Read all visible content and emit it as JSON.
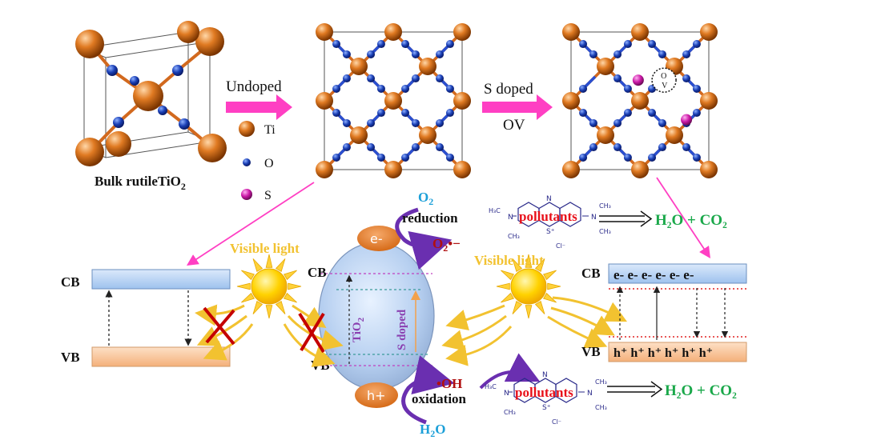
{
  "crystals": {
    "bulk_label_main": "Bulk rutileTiO",
    "bulk_label_sub": "2",
    "undoped_label": "Undoped",
    "sdoped_label": "S doped",
    "ov_label": "OV",
    "vacancy_o": "O",
    "vacancy_v": "V"
  },
  "legend": {
    "ti": "Ti",
    "o": "O",
    "s": "S"
  },
  "band": {
    "left_cb": "CB",
    "left_vb": "VB",
    "mid_cb": "CB",
    "mid_vb": "VB",
    "right_cb": "CB",
    "right_vb": "VB",
    "tio2_main": "TiO",
    "tio2_sub": "2",
    "s_doped_vertical": "S doped",
    "electrons": "e- e- e- e- e- e-",
    "holes": "h⁺ h⁺ h⁺ h⁺ h⁺ h⁺"
  },
  "light": {
    "left_label": "Visible light",
    "right_label": "Visible light"
  },
  "reactions": {
    "e_minus": "e-",
    "h_plus": "h+",
    "o2_main": "O",
    "o2_sub": "2",
    "reduction": "reduction",
    "superoxide_main": "O",
    "superoxide_sub": "2",
    "superoxide_suffix": "•−",
    "hydroxyl": "•OH",
    "oxidation": "oxidation",
    "water_main": "H",
    "water_sub": "2",
    "water_suffix": "O",
    "pollutants": "pollutants",
    "products_top": "H₂O + CO₂",
    "products_bottom": "H₂O + CO₂"
  },
  "molecule": {
    "n_top": "N",
    "n_left": "N",
    "n_right": "N",
    "s_plus": "S⁺",
    "cl": "Cl⁻",
    "ch3": "CH₃",
    "h3c": "H₃C"
  },
  "colors": {
    "ti": "#d2691e",
    "o": "#1a3fb5",
    "s": "#cc1aa8",
    "arrow_pink": "#ff3fc3",
    "cb_fill": "#b9d4f5",
    "vb_fill": "#f8c9a0",
    "sun": "#ffd700",
    "pollutant_red": "#e8101a",
    "product_green": "#1aa84a",
    "cyan_label": "#1b9fd8",
    "purple_text": "#8a3fb0",
    "dark_red": "#b01010"
  }
}
